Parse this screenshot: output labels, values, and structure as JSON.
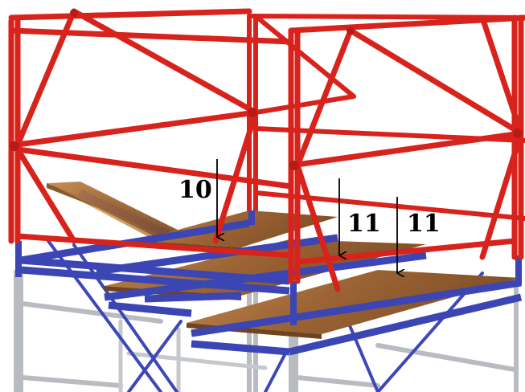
{
  "labels": {
    "left_board": "10",
    "middle_board": "11",
    "right_board": "11"
  },
  "colors": {
    "frame_red": "#d8231d",
    "ledger_blue": "#3b45b4",
    "pipe_grey": "#b8bcc0",
    "plank_wood": "#a9723e",
    "arrow": "#000000"
  }
}
